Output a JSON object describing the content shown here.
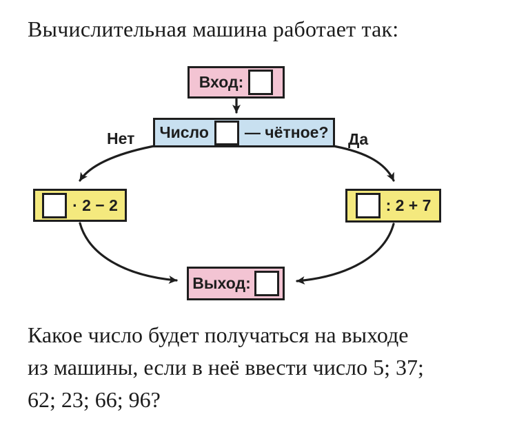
{
  "intro": "Вычислительная машина работает так:",
  "machine": {
    "input_label": "Вход:",
    "question": {
      "prefix": "Число",
      "suffix": "— чётное?"
    },
    "branch_no": "Нет",
    "branch_yes": "Да",
    "odd_operation": "· 2 − 2",
    "even_operation": ": 2 + 7",
    "output_label": "Выход:"
  },
  "question_text": {
    "lines": [
      "Какое число будет получаться на выходе",
      "из машины, если в неё ввести число 5; 37;",
      "62; 23; 66; 96?"
    ]
  },
  "colors": {
    "pink": "#f3c4d3",
    "blue": "#c8e0f0",
    "yellow": "#f4e97e",
    "ink": "#1e1e1e",
    "background": "#ffffff"
  }
}
